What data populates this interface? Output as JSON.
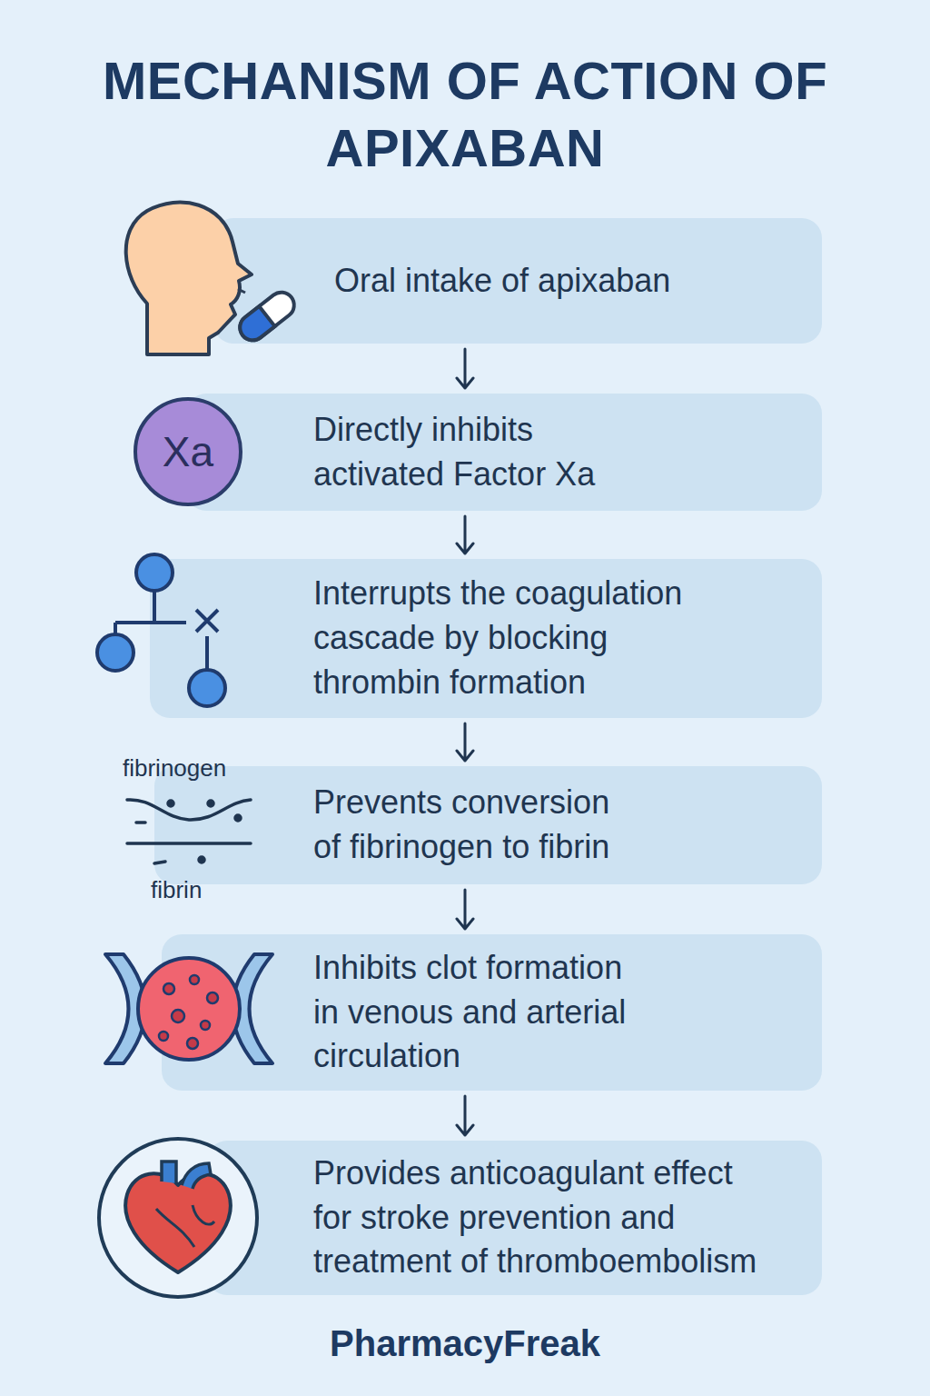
{
  "diagram": {
    "title": "MECHANISM OF ACTION OF APIXABAN",
    "nodes": [
      {
        "text": [
          "Oral intake of apixaban"
        ]
      },
      {
        "text": [
          "Xa"
        ]
      },
      {
        "text": [
          "Directly inhibits activated Factor Xa"
        ]
      },
      {
        "text": [
          "Interrupts the coagulation cascade by blocking thrombin formation"
        ]
      },
      {
        "text": [
          "Prevents conversion of fibrinogen to fibrin"
        ]
      },
      {
        "text": [
          "Inhibits clot formation in venous and arterial circulation"
        ]
      },
      {
        "text": [
          "Provides anticoagulant effect for stroke prevention and treatment of thromboembolism"
        ]
      }
    ],
    "edges": [
      {
        "from": 0,
        "to": 2,
        "arrow": "to"
      },
      {
        "from": 2,
        "to": 3,
        "arrow": "to"
      },
      {
        "from": 3,
        "to": 4,
        "arrow": "to"
      },
      {
        "from": 4,
        "to": 5,
        "arrow": "to"
      },
      {
        "from": 5,
        "to": 6,
        "arrow": "to"
      }
    ],
    "labels": [
      "fibrinogen",
      "fibrin",
      "PharmacyFreak"
    ]
  }
}
